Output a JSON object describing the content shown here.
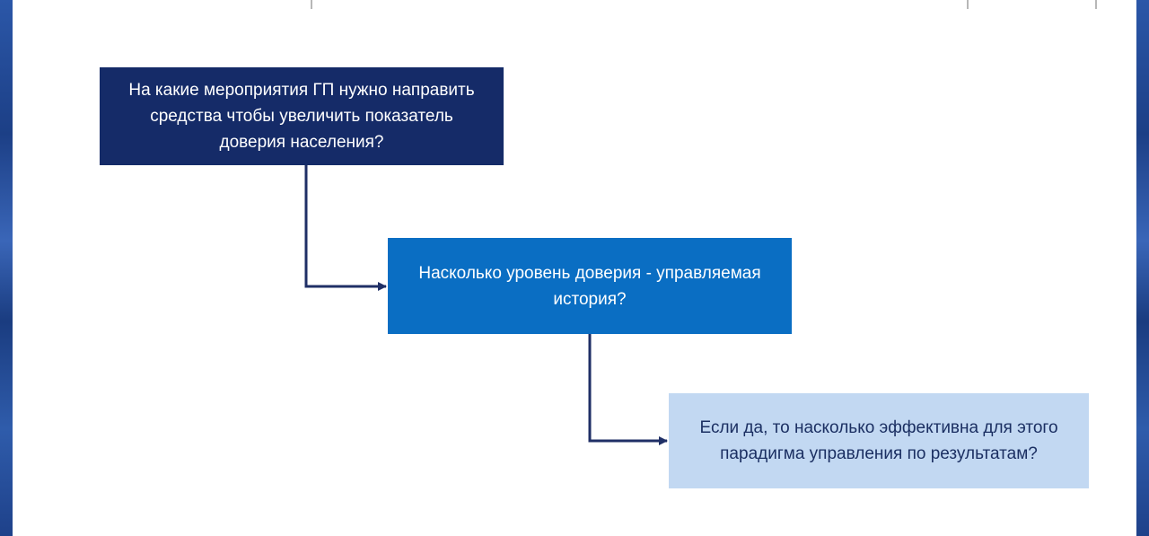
{
  "diagram": {
    "nodes": [
      {
        "id": "q1",
        "text": "На какие мероприятия ГП нужно направить средства чтобы увеличить показатель доверия населения?"
      },
      {
        "id": "q2",
        "text": "Насколько уровень доверия - управляемая история?"
      },
      {
        "id": "q3",
        "text": "Если да, то насколько эффективна для этого парадигма управления по результатам?"
      }
    ],
    "edges": [
      {
        "from": "q1",
        "to": "q2"
      },
      {
        "from": "q2",
        "to": "q3"
      }
    ],
    "colors": {
      "node1_fill": "#152b68",
      "node2_fill": "#0a6ec3",
      "node3_fill": "#c2d8f2",
      "node3_text": "#1b2f62",
      "connector": "#1f2f66"
    }
  }
}
